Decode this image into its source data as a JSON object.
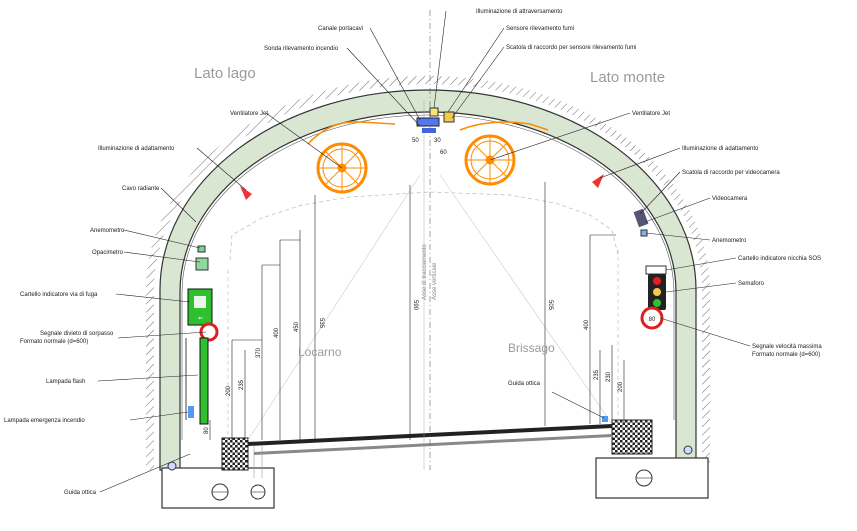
{
  "sides": {
    "left": "Lato lago",
    "right": "Lato monte"
  },
  "directions": {
    "left": "Locarno",
    "right": "Brissago"
  },
  "axes": {
    "tracciamento": "Asse di tracciamento",
    "verticale": "Asse verticale"
  },
  "labels": {
    "illuminazione_attraversamento": "Illuminazione di attraversamento",
    "sensore_fumi": "Sensore rilevamento fumi",
    "scatola_fumi": "Scatola di raccordo per sensore rilevamento fumi",
    "canale_portacavi": "Canale portacavi",
    "sonda_incendio": "Sonda rilevamento incendio",
    "ventilatore_left": "Ventilatore Jet",
    "ventilatore_right": "Ventilatore Jet",
    "illum_adatt_left": "Illuminazione di adattamento",
    "illum_adatt_right": "Illuminazione di adattamento",
    "cavo_radiante": "Cavo radiante",
    "scatola_videocamera": "Scatola di raccordo per videocamera",
    "videocamera": "Videocamera",
    "anemometro_left": "Anemometro",
    "anemometro_right": "Anemometro",
    "opacimetro": "Opacimetro",
    "cartello_sos": "Cartello indicatore nicchia SOS",
    "semaforo": "Semaforo",
    "cartello_fuga": "Cartello indicatore via di fuga",
    "divieto_sorpasso_1": "Segnale divieto di sorpasso",
    "divieto_sorpasso_2": "Formato normale (d=600)",
    "velocita_1": "Segnale velocità massima",
    "velocita_2": "Formato normale (d=600)",
    "lampada_flash": "Lampada flash",
    "lampada_emergenza": "Lampada emergenza incendio",
    "guida_ottica_left": "Guida ottica",
    "guida_ottica_right": "Guida ottica"
  },
  "dimensions": {
    "top_50": "50",
    "top_30": "30",
    "top_60": "60",
    "left_450": "450",
    "left_400": "400",
    "left_370": "370",
    "left_235": "235",
    "left_200": "200",
    "left_80": "80",
    "inner_535_left": "535",
    "center_590": "590",
    "inner_505_right": "505",
    "right_400": "400",
    "right_235": "235",
    "right_230": "230",
    "right_200": "200"
  },
  "signs": {
    "speed": "80"
  },
  "colors": {
    "lining": "#d9e6d2",
    "fan": "#ff8c00",
    "sign_green": "#2fbf2f",
    "red": "#e02020"
  }
}
